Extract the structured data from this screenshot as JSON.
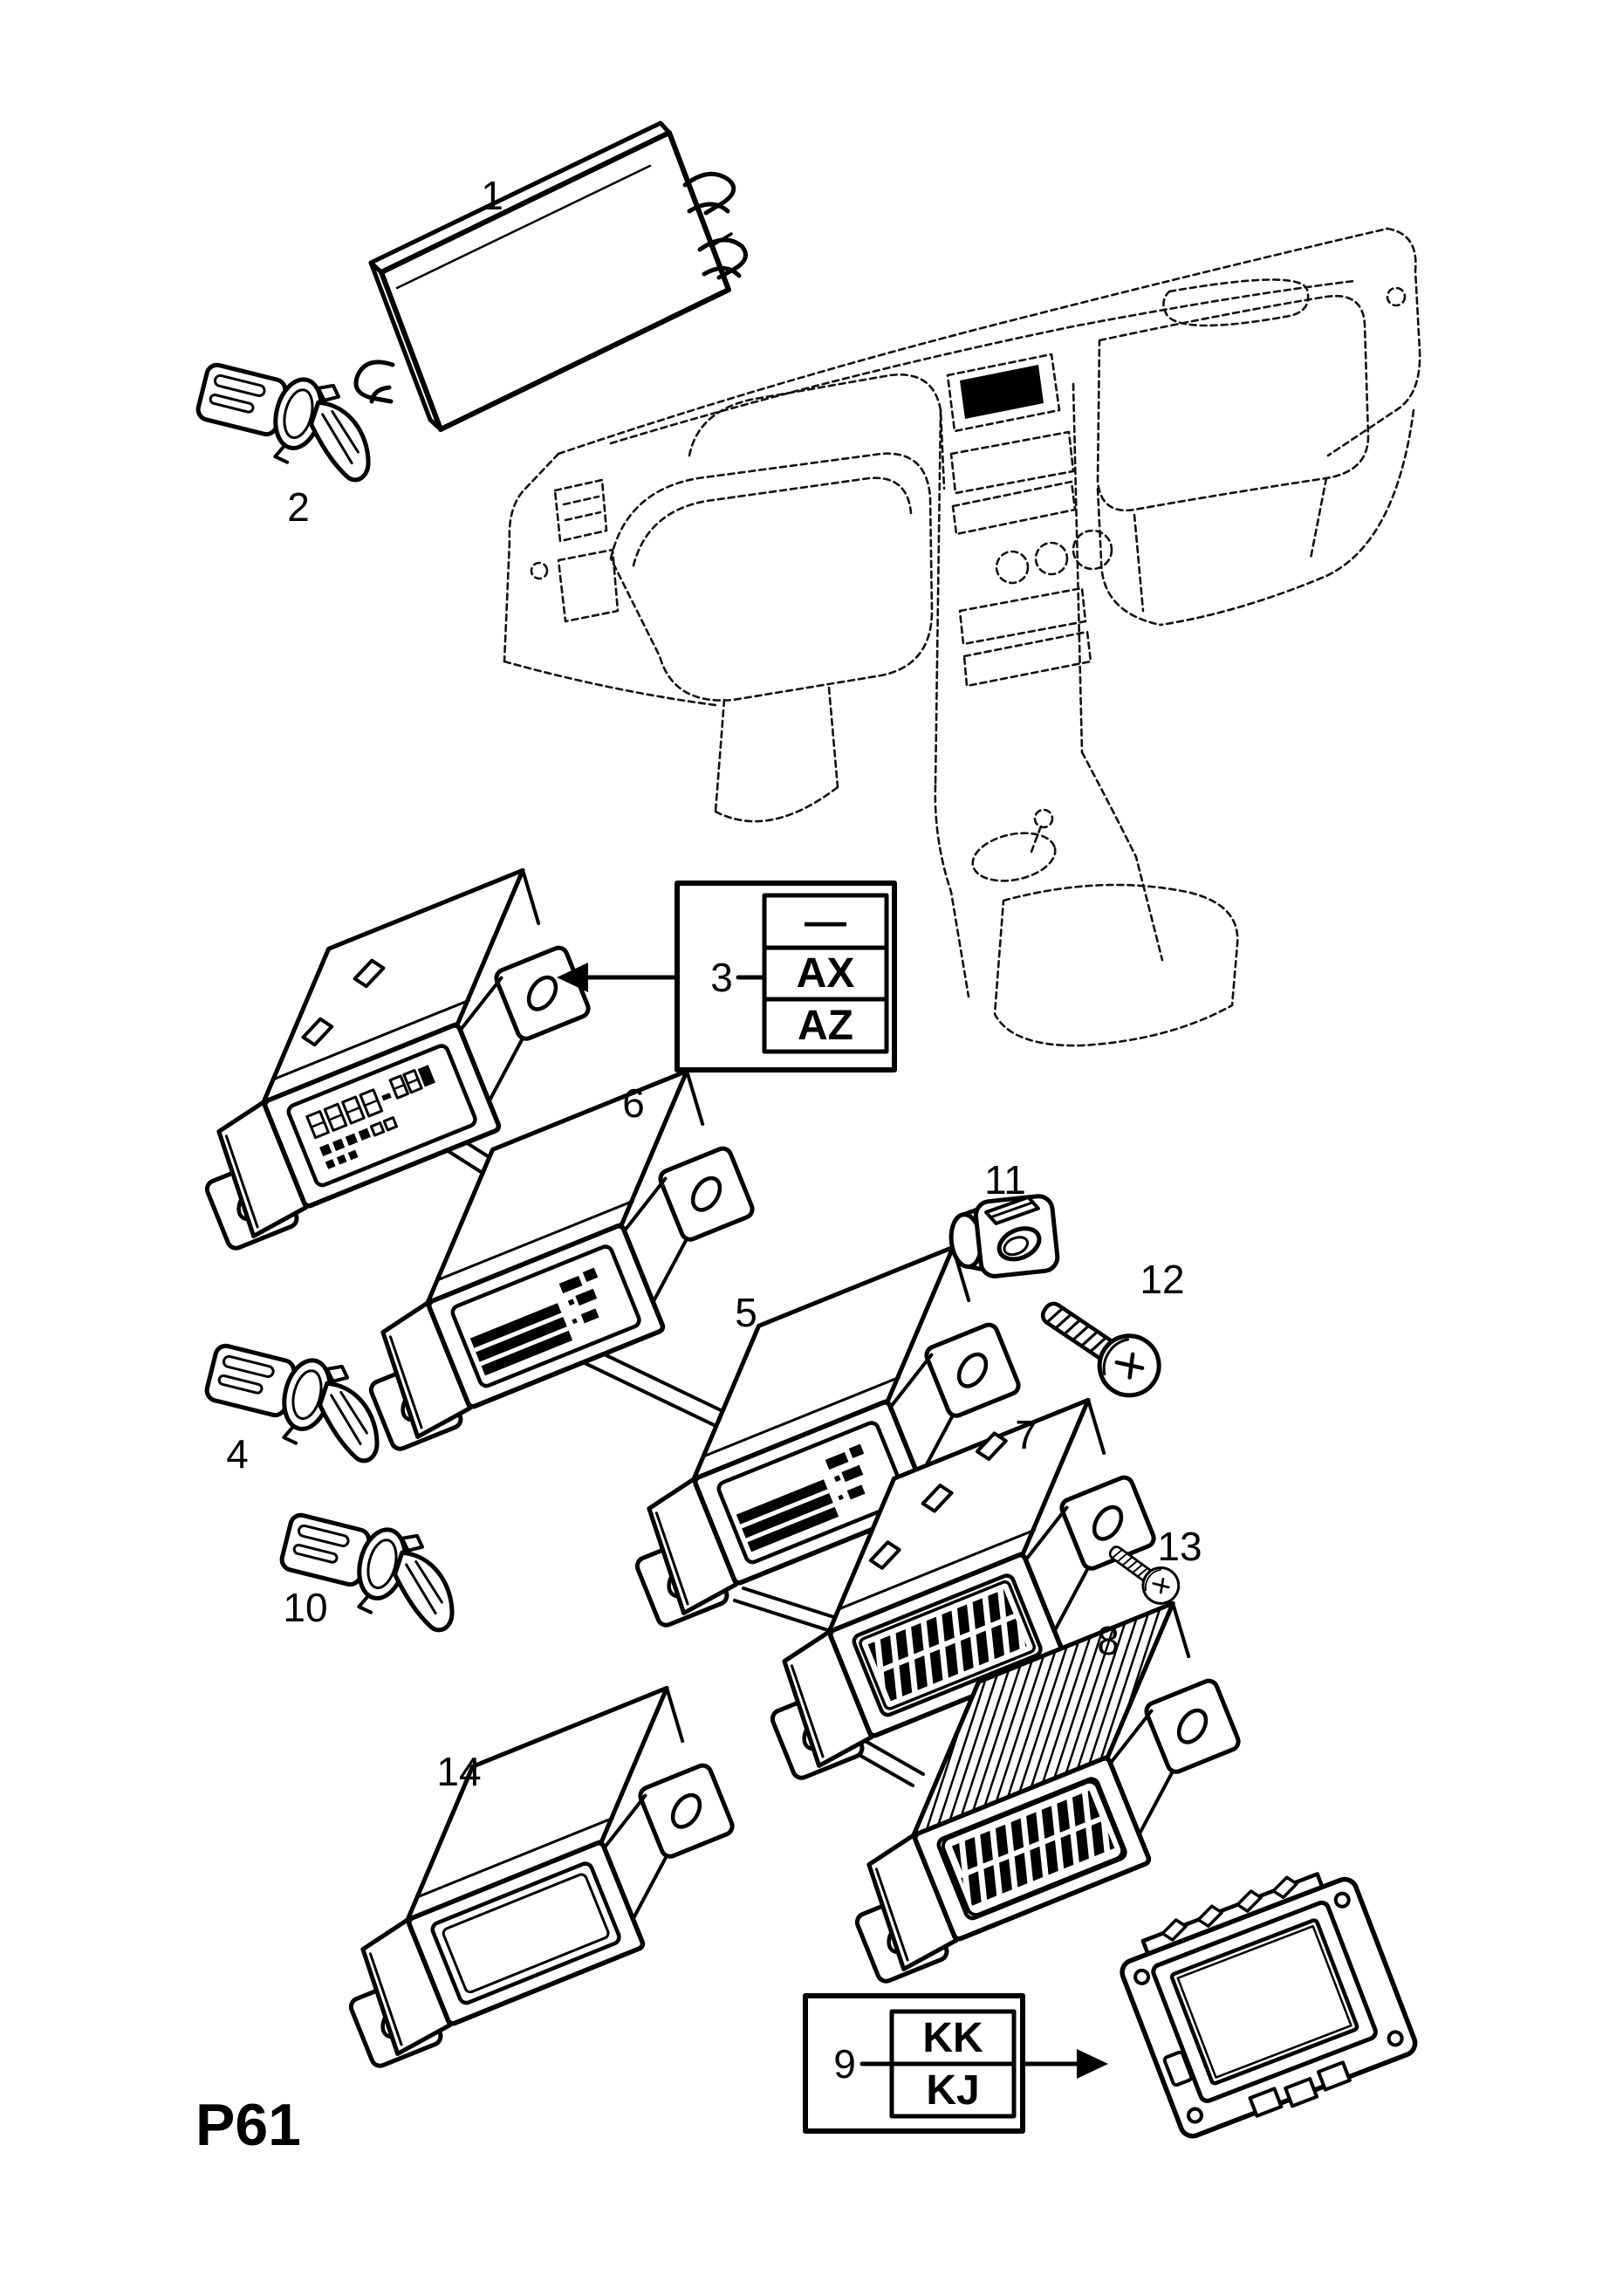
{
  "page": {
    "code": "P61"
  },
  "callouts": {
    "c1": "1",
    "c2": "2",
    "c3": "3",
    "c4": "4",
    "c5": "5",
    "c6": "6",
    "c7": "7",
    "c8": "8",
    "c9": "9",
    "c10": "10",
    "c11": "11",
    "c12": "12",
    "c13": "13",
    "c14": "14"
  },
  "variant_boxes": {
    "box3": {
      "rows": [
        "—",
        "AX",
        "AZ"
      ]
    },
    "box9": {
      "rows": [
        "KK",
        "KJ"
      ]
    }
  },
  "colors": {
    "ink": "#000000",
    "paper": "#ffffff"
  }
}
